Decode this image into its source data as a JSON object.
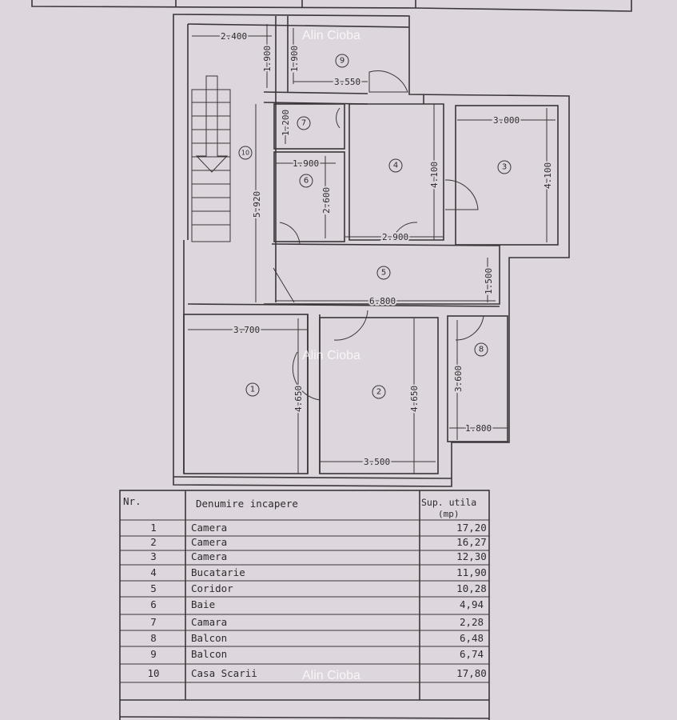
{
  "watermark": "Alin Cioba",
  "plan": {
    "rooms": [
      "1",
      "2",
      "3",
      "4",
      "5",
      "6",
      "7",
      "8",
      "9",
      "10"
    ],
    "dimensions": {
      "stair_width": "2.400",
      "stair_depth_top": "1.900",
      "balcony9_depth": "1.900",
      "balcony9_width": "3.550",
      "pantry_depth": "1.200",
      "bath_width": "1.900",
      "bath_depth": "2.600",
      "stair_length": "5.920",
      "kitchen_depth": "4.100",
      "kitchen_width": "2.900",
      "room3_width": "3.000",
      "room3_depth": "4.100",
      "corridor_depth": "1.500",
      "corridor_length": "6.800",
      "room1_width": "3.700",
      "room1_depth": "4.650",
      "room2_depth": "4.650",
      "room2_width": "3.500",
      "balcony8_depth": "3.600",
      "balcony8_width": "1.800"
    }
  },
  "table": {
    "headers": {
      "nr": "Nr.",
      "name": "Denumire incapere",
      "area_line1": "Sup. utila",
      "area_line2": "(mp)"
    },
    "rows": [
      {
        "nr": "1",
        "name": "Camera",
        "area": "17,20"
      },
      {
        "nr": "2",
        "name": "Camera",
        "area": "16,27"
      },
      {
        "nr": "3",
        "name": "Camera",
        "area": "12,30"
      },
      {
        "nr": "4",
        "name": "Bucatarie",
        "area": "11,90"
      },
      {
        "nr": "5",
        "name": "Coridor",
        "area": "10,28"
      },
      {
        "nr": "6",
        "name": "Baie",
        "area": "4,94"
      },
      {
        "nr": "7",
        "name": "Camara",
        "area": "2,28"
      },
      {
        "nr": "8",
        "name": "Balcon",
        "area": "6,48"
      },
      {
        "nr": "9",
        "name": "Balcon",
        "area": "6,74"
      },
      {
        "nr": "10",
        "name": "Casa Scarii",
        "area": "17,80"
      }
    ]
  }
}
